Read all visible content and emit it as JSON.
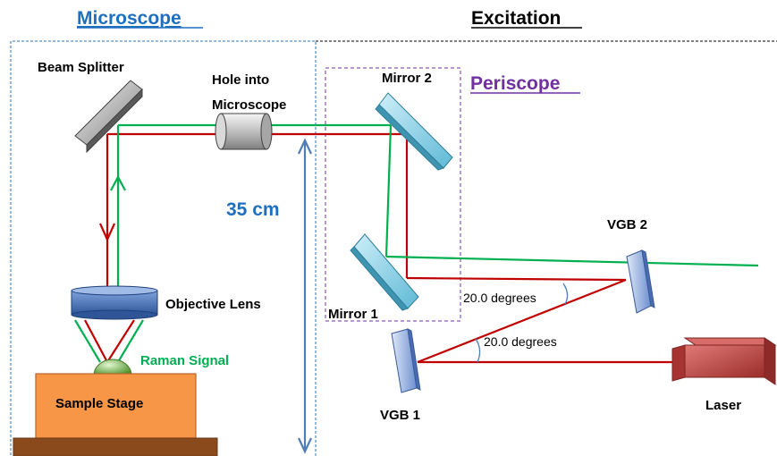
{
  "sections": {
    "microscope": "Microscope",
    "excitation": "Excitation",
    "periscope": "Periscope"
  },
  "components": {
    "beam_splitter": "Beam Splitter",
    "hole_line1": "Hole into",
    "hole_line2": "Microscope",
    "mirror1": "Mirror 1",
    "mirror2": "Mirror 2",
    "objective": "Objective Lens",
    "raman": "Raman Signal",
    "sample_stage": "Sample Stage",
    "vgb1": "VGB 1",
    "vgb2": "VGB 2",
    "laser": "Laser"
  },
  "measurements": {
    "height": "35 cm",
    "angle_top": "20.0 degrees",
    "angle_bottom": "20.0 degrees"
  },
  "colors": {
    "heading_blue": "#1F6FBF",
    "periscope_purple": "#7030A0",
    "red_beam": "#C00000",
    "green_beam": "#00B050",
    "arrow_blue": "#4F7DB8",
    "laser": "#C0504D",
    "stage": "#F79646"
  }
}
